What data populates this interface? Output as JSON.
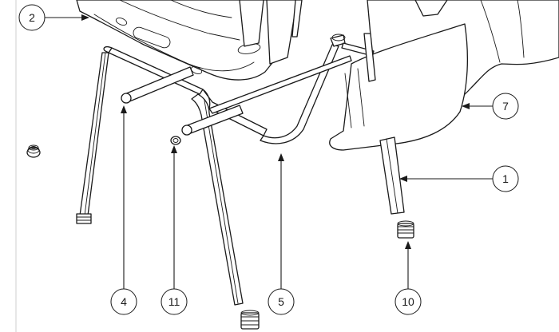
{
  "drawing": {
    "colors": {
      "line": "#1a1a1a",
      "background": "#ffffff"
    },
    "callouts": [
      {
        "id": "callout-2",
        "number": "2"
      },
      {
        "id": "callout-7",
        "number": "7"
      },
      {
        "id": "callout-1",
        "number": "1"
      },
      {
        "id": "callout-4",
        "number": "4"
      },
      {
        "id": "callout-11",
        "number": "11"
      },
      {
        "id": "callout-5",
        "number": "5"
      },
      {
        "id": "callout-10",
        "number": "10"
      }
    ]
  }
}
